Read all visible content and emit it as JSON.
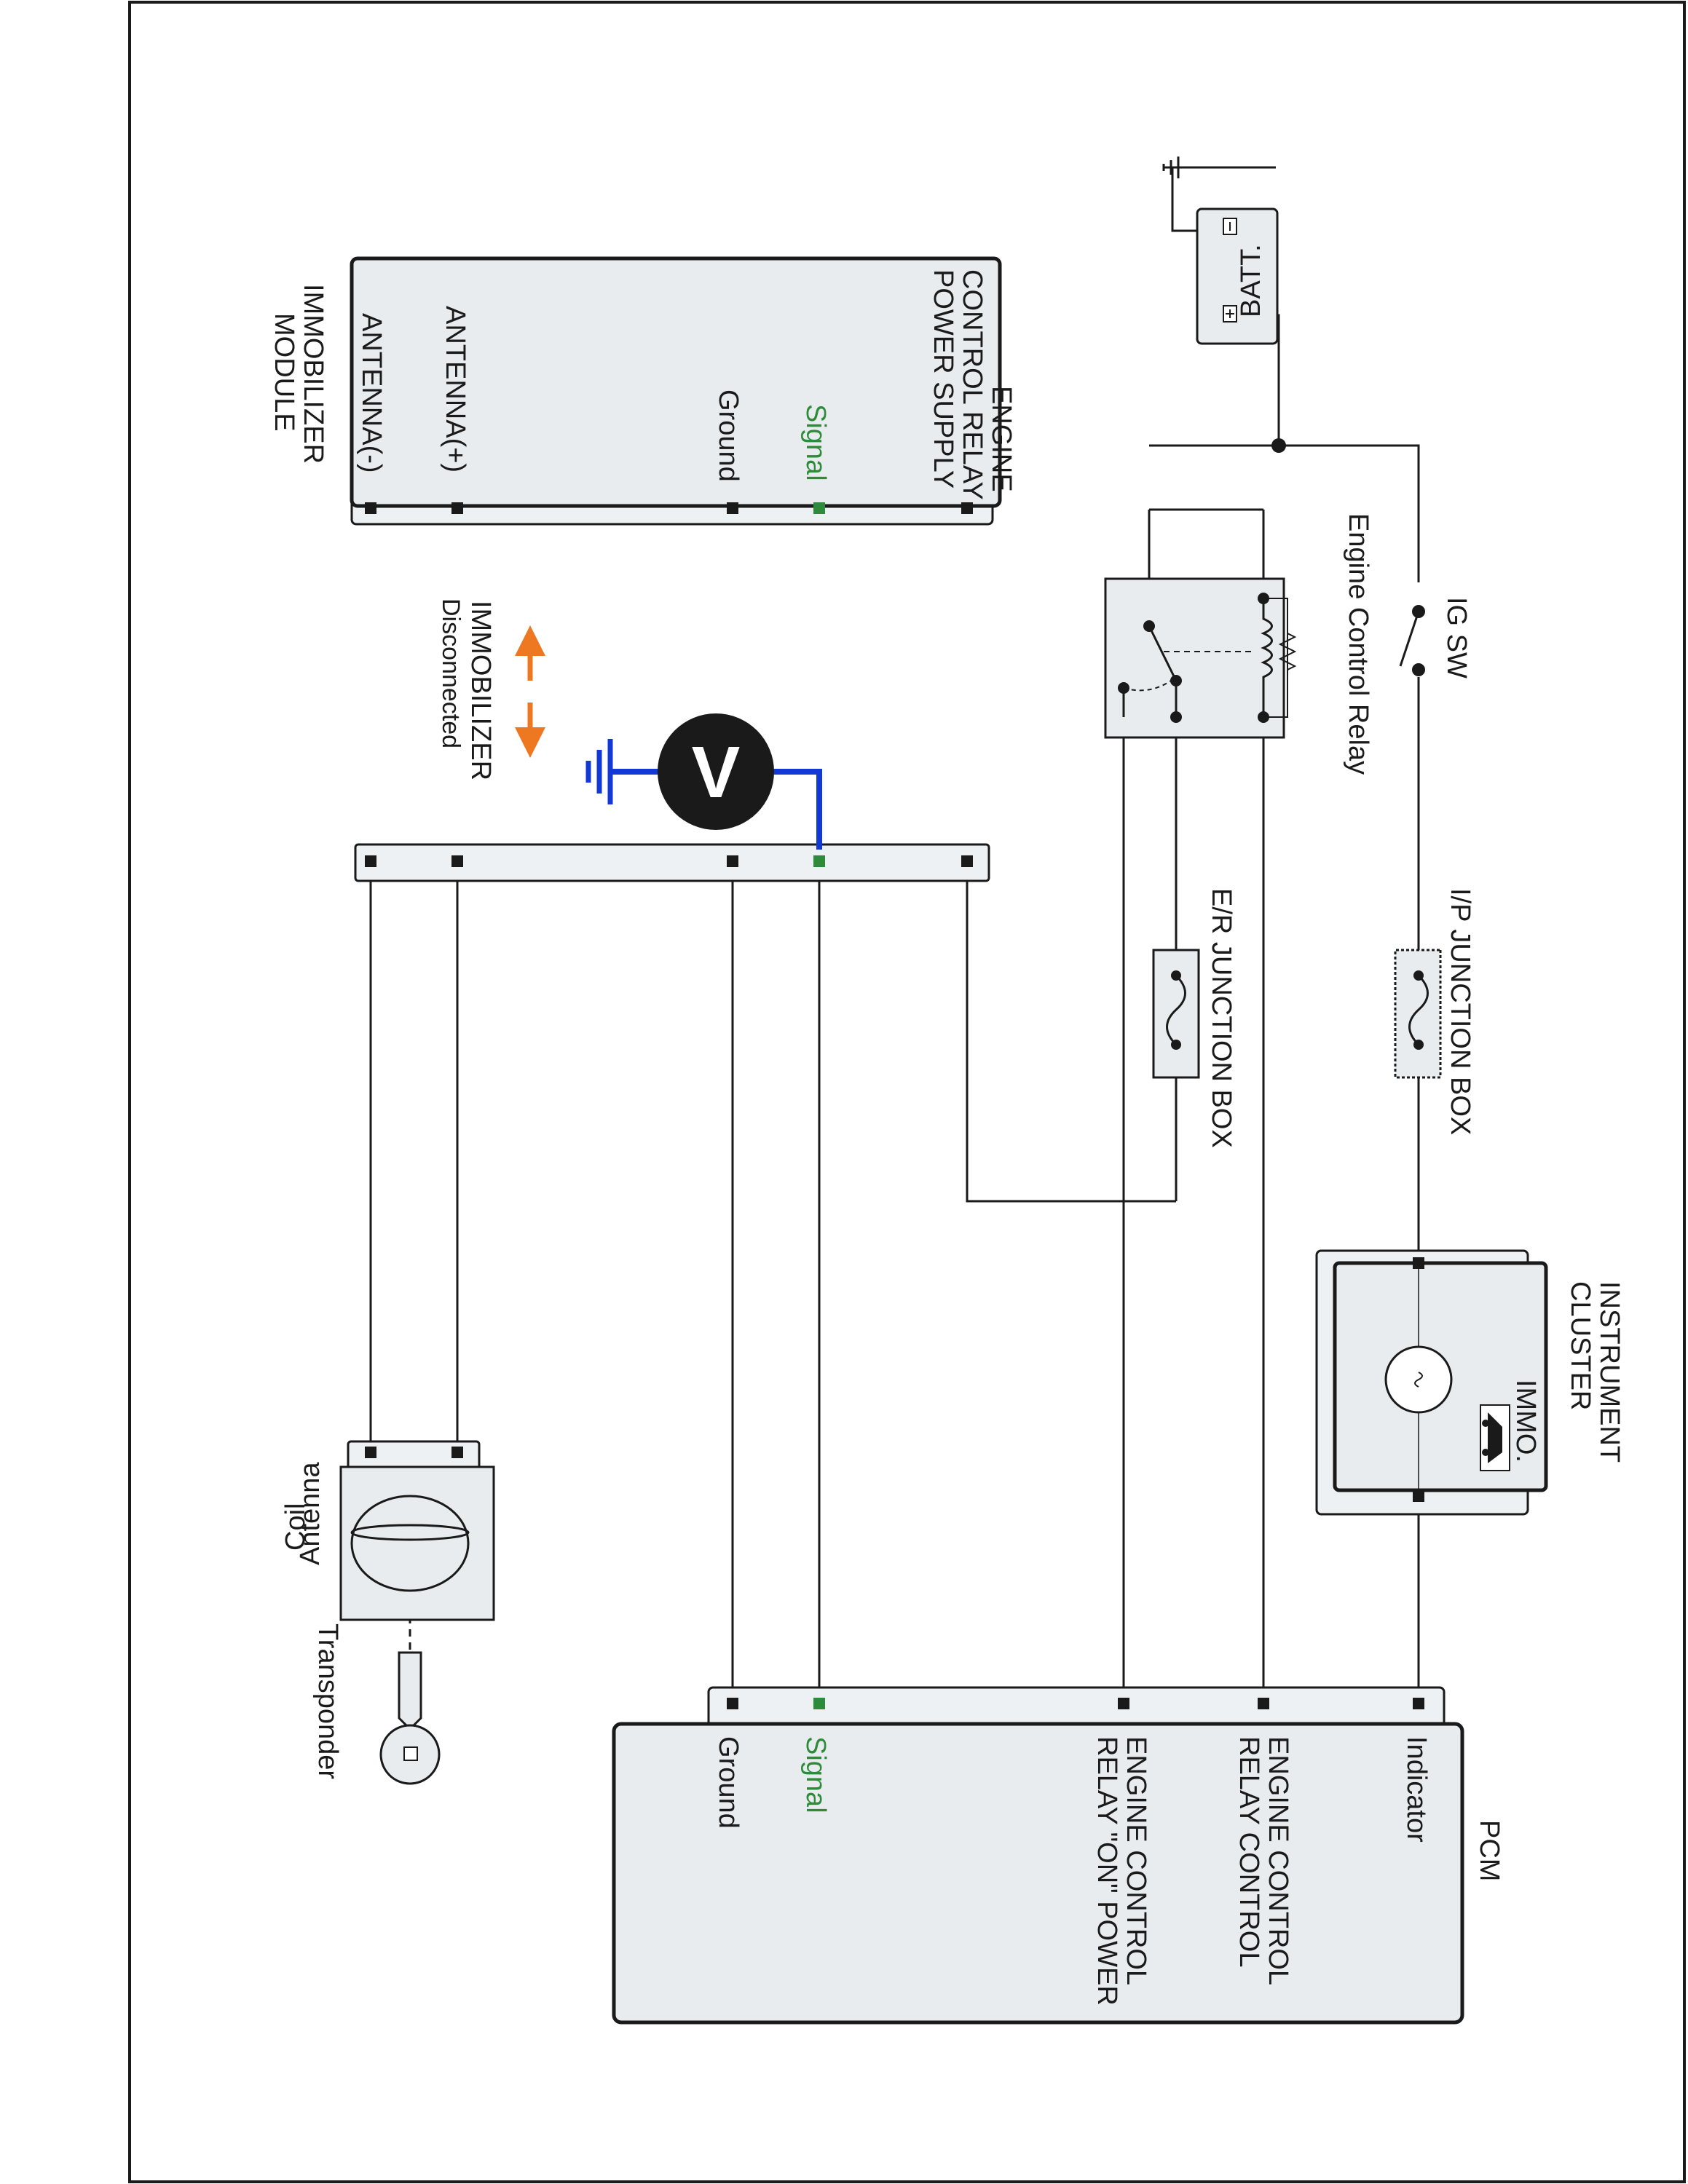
{
  "colors": {
    "signal": "#2e8b3a",
    "probe": "#1238d6",
    "arrow": "#ee7722",
    "wire": "#1a1a1a",
    "box_fill": "#e8ecee"
  },
  "immobilizer_module": {
    "title_line1": "IMMOBILIZER",
    "title_line2": "MODULE",
    "pins": {
      "ecr_line1": "ENGINE",
      "ecr_line2": "CONTROL RELAY",
      "ecr_line3": "POWER SUPPLY",
      "signal": "Signal",
      "ground": "Ground",
      "antenna_plus": "ANTENNA(+)",
      "antenna_minus": "ANTENNA(-)"
    }
  },
  "battery": {
    "label": "BATT."
  },
  "ig_switch": {
    "label": "IG SW"
  },
  "engine_control_relay": {
    "label": "Engine Control Relay"
  },
  "ip_junction_box": {
    "label": "I/P JUNCTION BOX"
  },
  "er_junction_box": {
    "label": "E/R JUNCTION BOX"
  },
  "instrument_cluster": {
    "label_line1": "INSTRUMENT",
    "label_line2": "CLUSTER",
    "indicator_label": "IMMO."
  },
  "voltmeter": {
    "symbol": "V"
  },
  "disconnect_note": {
    "line1": "IMMOBILIZER",
    "line2": "Disconnected",
    "icon": "double-arrow-icon"
  },
  "antenna_coil": {
    "line1": "Antenna",
    "line2": "Coil"
  },
  "transponder": {
    "label": "Transponder",
    "icon": "key-icon"
  },
  "pcm": {
    "title": "PCM",
    "pins": {
      "indicator": "Indicator",
      "ecr_control_line1": "ENGINE CONTROL",
      "ecr_control_line2": "RELAY CONTROL",
      "ecr_on_line1": "ENGINE CONTROL",
      "ecr_on_line2": "RELAY \"ON\" POWER",
      "signal": "Signal",
      "ground": "Ground"
    }
  }
}
